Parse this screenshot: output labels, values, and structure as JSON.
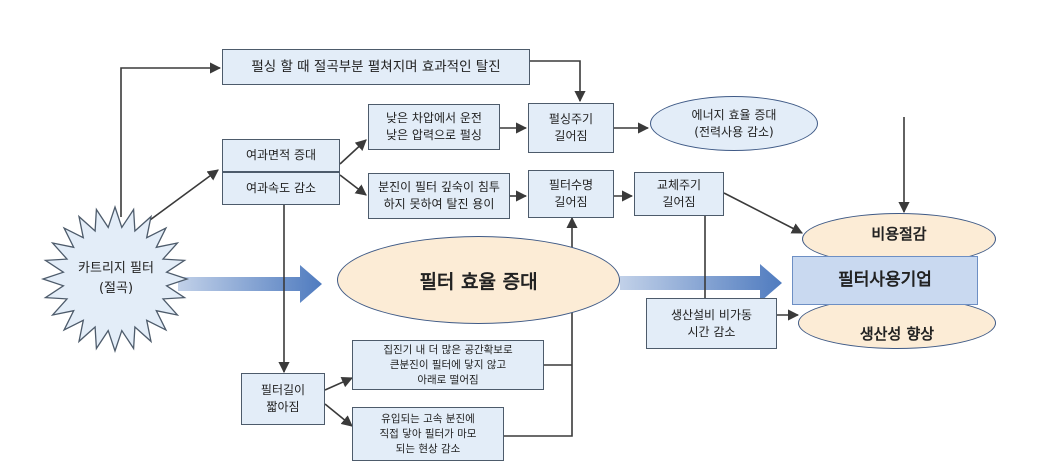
{
  "nodes": {
    "cartridge": "카트리지 필터\n(절곡)",
    "pulse_top": "펄싱 할 때 절곡부분 펼쳐지며 효과적인 탈진",
    "area_up": "여과면적 증대",
    "speed_down": "여과속도 감소",
    "low_pressure": "낮은 차압에서 운전\n낮은 압력으로 펄싱",
    "no_penetration": "분진이 필터 깊숙이 침투\n하지 못하여 탈진 용이",
    "pulse_cycle": "펄싱주기\n길어짐",
    "filter_life": "필터수명\n길어짐",
    "energy": "에너지 효율 증대\n(전력사용 감소)",
    "replace_cycle": "교체주기\n길어짐",
    "efficiency": "필터 효율 증대",
    "cost_saving": "비용절감",
    "company": "필터사용기업",
    "productivity": "생산성 향상",
    "downtime": "생산설비 비가동\n시간 감소",
    "filter_short": "필터길이\n짧아짐",
    "space": "집진기 내 더 많은 공간확보로\n큰분진이 필터에 닿지 않고\n아래로 떨어짐",
    "wear": "유입되는 고속 분진에\n직접 닿아 필터가 마모\n되는 현상 감소"
  },
  "colors": {
    "box_fill": "#e3edf8",
    "peach": "#fcecd6",
    "arrow_blue": "#4f7bbf",
    "line": "#3a3a3a"
  }
}
